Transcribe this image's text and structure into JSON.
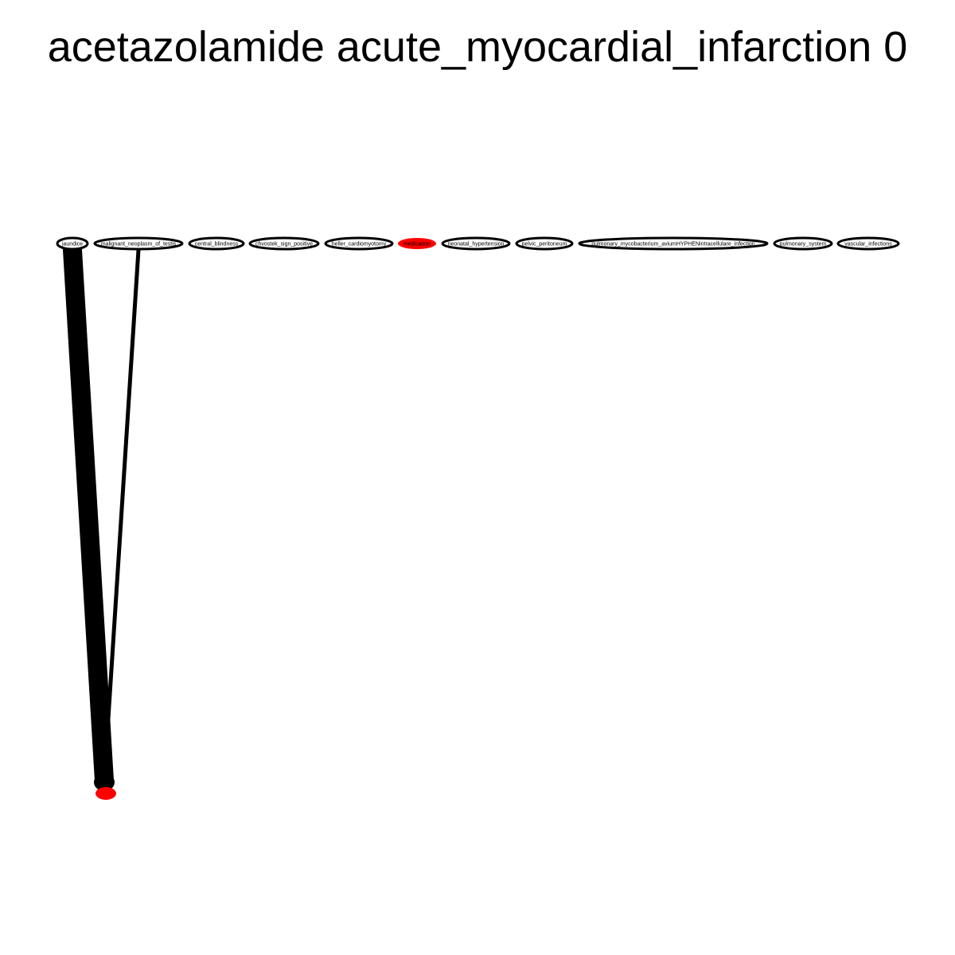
{
  "title": "acetazolamide acute_myocardial_infarction 0",
  "colors": {
    "highlight": "#ff0000",
    "outline": "#000000",
    "edge": "#000000"
  },
  "nodes": [
    {
      "id": "n0",
      "label": "jaundice",
      "filled": false
    },
    {
      "id": "n1",
      "label": "malignant_neoplasm_of_testis",
      "filled": false
    },
    {
      "id": "n2",
      "label": "central_blindness",
      "filled": false
    },
    {
      "id": "n3",
      "label": "chvostek_sign_positive",
      "filled": false
    },
    {
      "id": "n4",
      "label": "heller_cardiomyotomy",
      "filled": false
    },
    {
      "id": "n5",
      "label": "medication",
      "filled": true
    },
    {
      "id": "n6",
      "label": "neonatal_hypertension",
      "filled": false
    },
    {
      "id": "n7",
      "label": "pelvic_peritoneum",
      "filled": false
    },
    {
      "id": "n8",
      "label": "pulmonary_mycobacterium_aviumHYPHENintracellulare_infection",
      "filled": false
    },
    {
      "id": "n9",
      "label": "pulmonary_system",
      "filled": false
    },
    {
      "id": "n10",
      "label": "vascular_infections",
      "filled": false
    },
    {
      "id": "n11",
      "label": "",
      "filled": true
    }
  ],
  "edges": [
    {
      "source": "n0",
      "target": "n11",
      "weight": "heavy"
    },
    {
      "source": "n1",
      "target": "n11",
      "weight": "light"
    }
  ]
}
